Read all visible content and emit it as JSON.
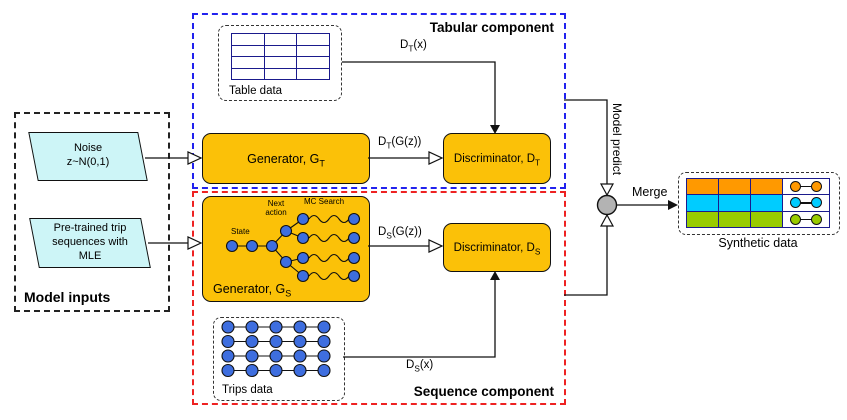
{
  "colors": {
    "box-orange": "#FBC108",
    "node-blue": "#3E6EDF",
    "input-cyan": "#CDF5F7",
    "table-navy": "#1A1A8C",
    "tabular-border": "#2222EE",
    "sequence-border": "#EE2222",
    "merge-gray": "#B3B3B3",
    "row-orange": "#FF9900",
    "row-cyan": "#00CCFF",
    "row-green": "#99CC00"
  },
  "model_inputs": {
    "title": "Model inputs",
    "noise_line1": "Noise",
    "noise_line2": "z~N(0,1)",
    "pretrained_line1": "Pre-trained trip",
    "pretrained_line2": "sequences with",
    "pretrained_line3": "MLE"
  },
  "tabular": {
    "title": "Tabular component",
    "table_data_label": "Table data",
    "generator_prefix": "Generator, G",
    "generator_sub": "T",
    "discriminator_prefix": "Discriminator, D",
    "discriminator_sub": "T",
    "dx_prefix": "D",
    "dx_sub": "T",
    "dx_suffix": "(x)",
    "dgz_prefix": "D",
    "dgz_sub": "T",
    "dgz_suffix": "(G(z))"
  },
  "sequence": {
    "title": "Sequence component",
    "trips_data_label": "Trips data",
    "generator_prefix": "Generator, G",
    "generator_sub": "S",
    "discriminator_prefix": "Discriminator, D",
    "discriminator_sub": "S",
    "dgz_prefix": "D",
    "dgz_sub": "S",
    "dgz_suffix": "(G(z))",
    "dx_prefix": "D",
    "dx_sub": "S",
    "dx_suffix": "(x)",
    "state_label": "State",
    "next_action_line1": "Next",
    "next_action_line2": "action",
    "mc_search_label": "MC Search"
  },
  "output": {
    "model_predict_label": "Model predict",
    "merge_label": "Merge",
    "synthetic_data_label": "Synthetic data"
  }
}
